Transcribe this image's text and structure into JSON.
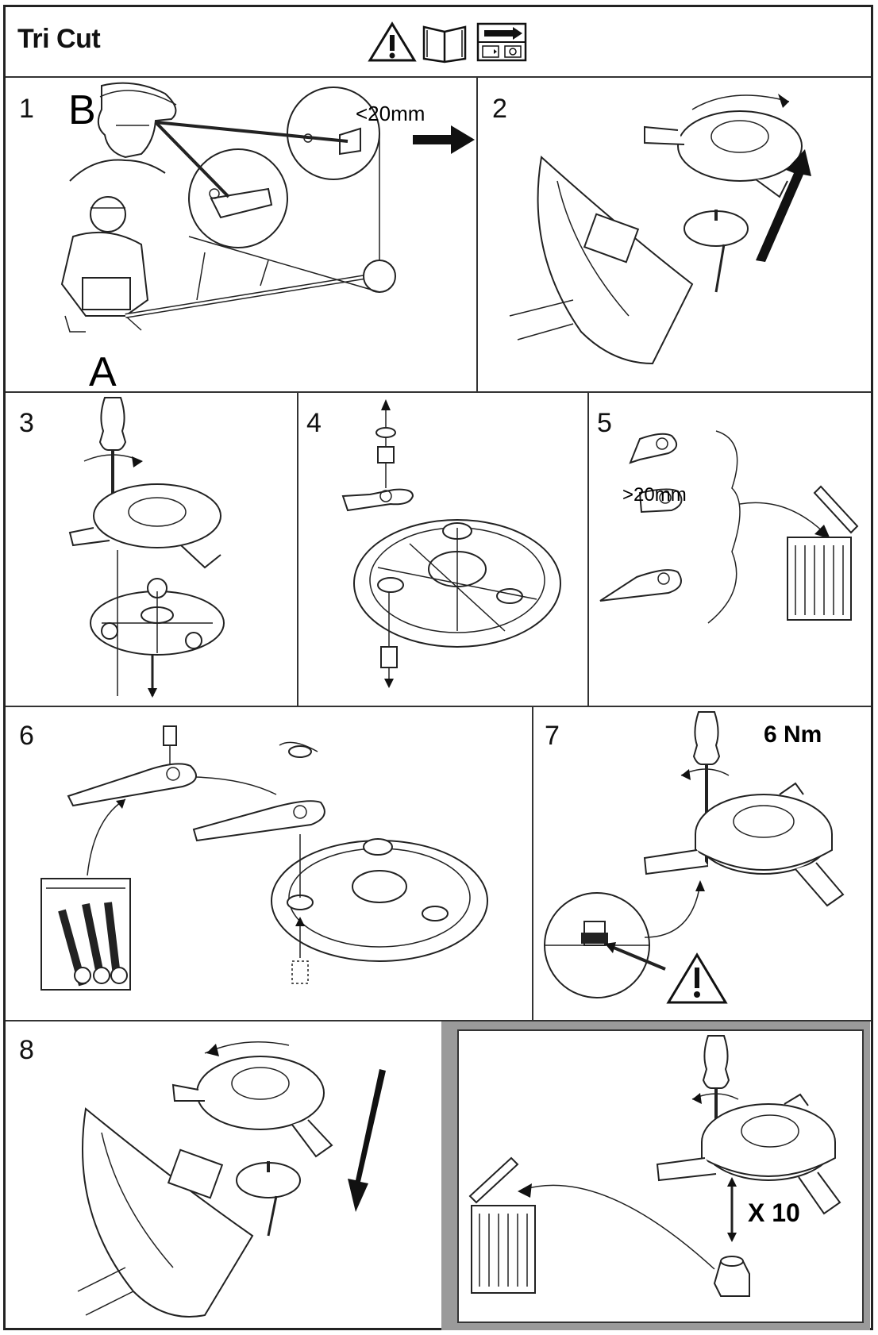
{
  "header": {
    "title": "Tri Cut",
    "icons": [
      "warning-triangle-icon",
      "manual-book-icon",
      "instruction-panel-icon"
    ]
  },
  "steps": [
    {
      "number": "1",
      "labels": {
        "person_b": "B",
        "person_a": "A",
        "measure": "<20mm"
      }
    },
    {
      "number": "2"
    },
    {
      "number": "3"
    },
    {
      "number": "4"
    },
    {
      "number": "5",
      "labels": {
        "measure": ">20mm"
      }
    },
    {
      "number": "6"
    },
    {
      "number": "7",
      "labels": {
        "torque": "6 Nm"
      }
    },
    {
      "number": "8"
    },
    {
      "number": "",
      "labels": {
        "repeat": "X 10"
      }
    }
  ]
}
